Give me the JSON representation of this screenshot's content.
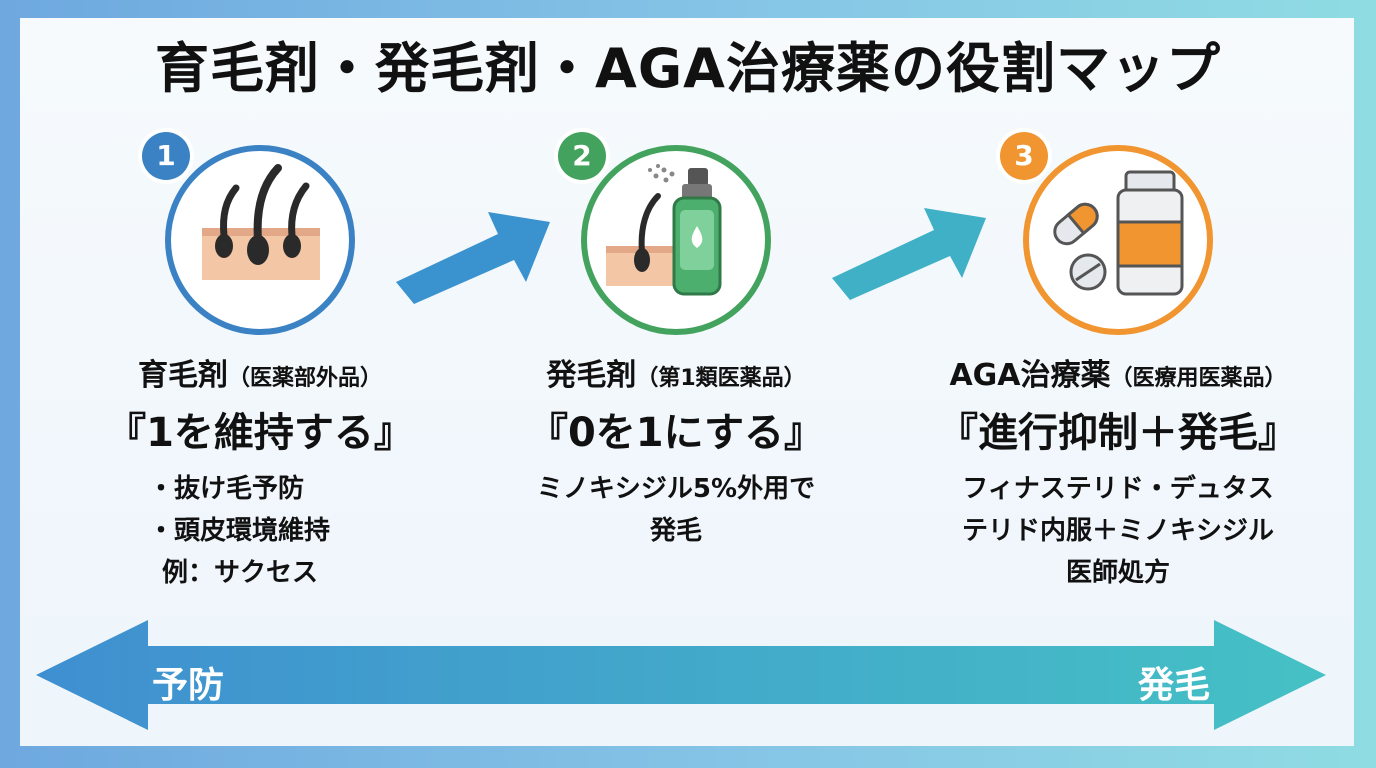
{
  "title": "育毛剤・発毛剤・AGA治療薬の役割マップ",
  "stages": [
    {
      "number": "1",
      "color": "#3b82c4",
      "icon": "hair-follicle-icon",
      "heading": "育毛剤",
      "category": "（医薬部外品）",
      "slogan": "『1を維持する』",
      "points": [
        "・抜け毛予防",
        "・頭皮環境維持"
      ],
      "example": "例：サクセス"
    },
    {
      "number": "2",
      "color": "#43a35e",
      "icon": "spray-bottle-icon",
      "heading": "発毛剤",
      "category": "（第1類医薬品）",
      "slogan": "『0を1にする』",
      "desc": [
        "ミノキシジル5%外用で",
        "発毛"
      ]
    },
    {
      "number": "3",
      "color": "#f0952f",
      "icon": "pills-bottle-icon",
      "heading": "AGA治療薬",
      "category": "（医療用医薬品）",
      "slogan": "『進行抑制＋発毛』",
      "desc": [
        "フィナステリド・デュタス",
        "テリド内服＋ミノキシジル",
        "医師処方"
      ]
    }
  ],
  "scale": {
    "left_label": "予防",
    "right_label": "発毛",
    "gradient_start": "#3f8fd0",
    "gradient_end": "#45c1c5"
  },
  "flow_arrow_colors": [
    "#3a93cf",
    "#3fb0c5"
  ]
}
